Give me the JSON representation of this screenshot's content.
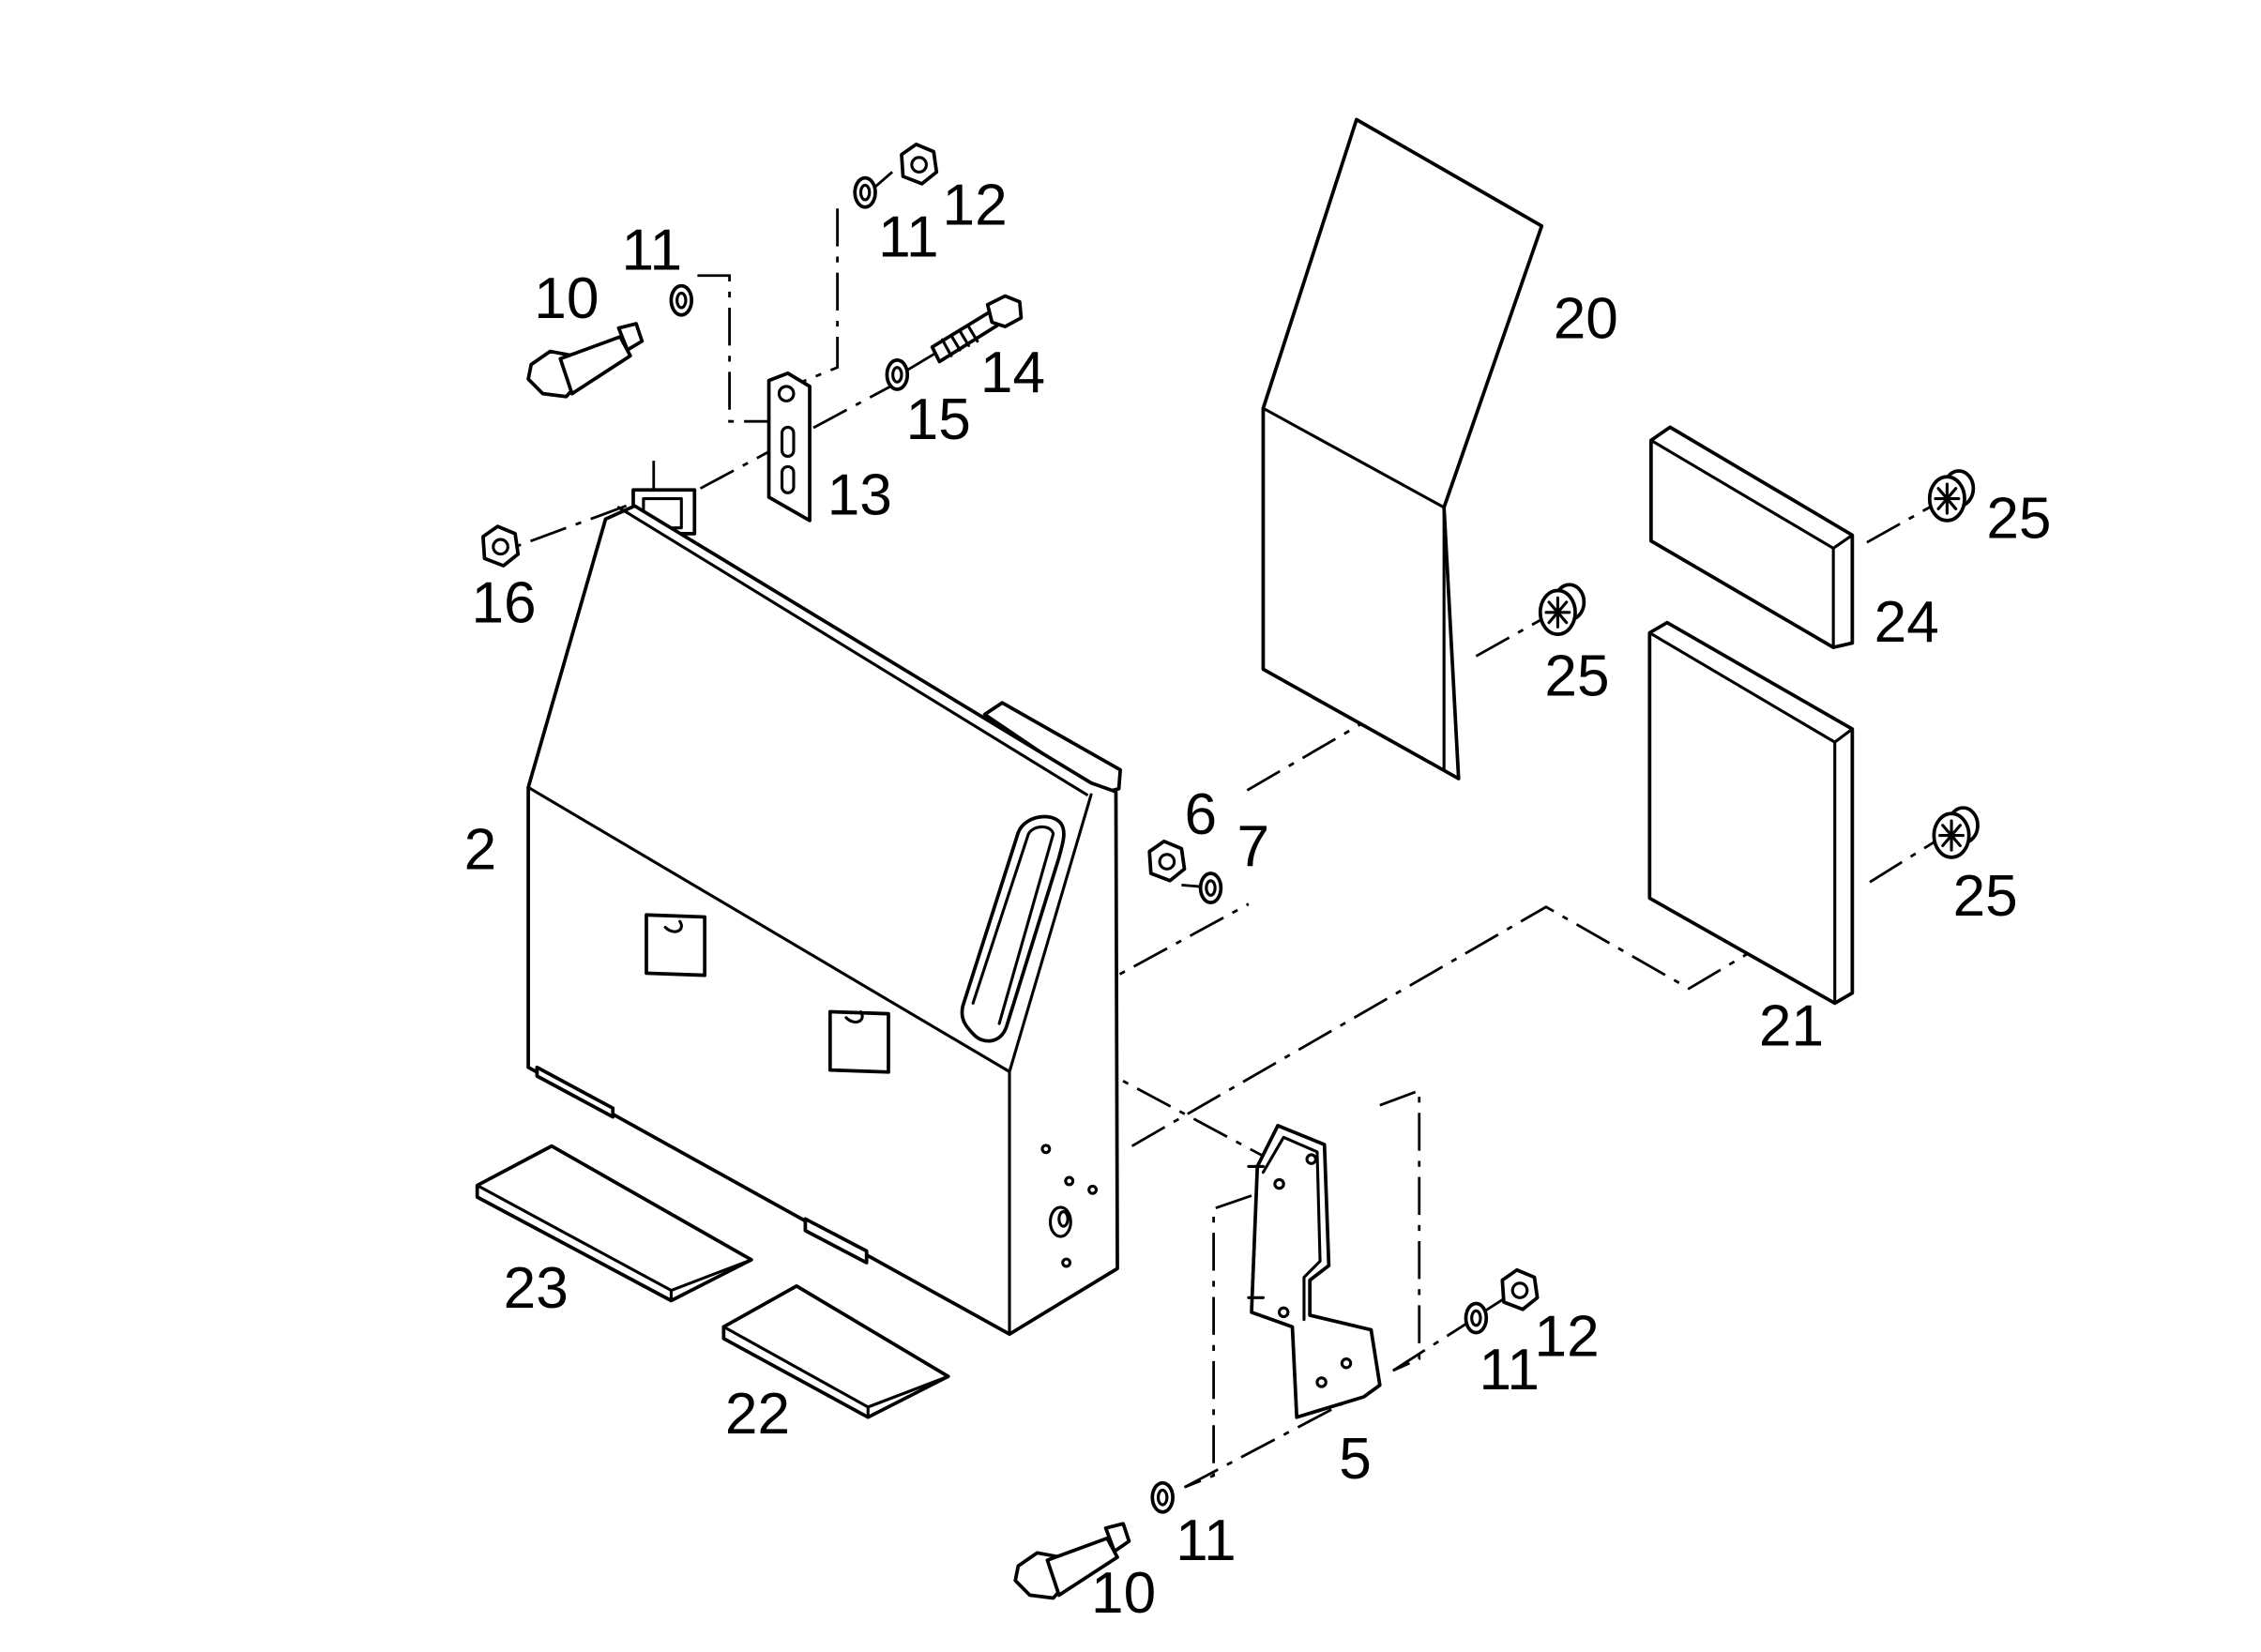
{
  "callouts": {
    "c2": "2",
    "c5": "5",
    "c6": "6",
    "c7": "7",
    "c10_top": "10",
    "c10_bottom": "10",
    "c11_top_left": "11",
    "c11_top_right": "11",
    "c11_bottom_right": "11",
    "c11_bottom_left": "11",
    "c12_top": "12",
    "c12_bottom": "12",
    "c13": "13",
    "c14": "14",
    "c15": "15",
    "c16": "16",
    "c20": "20",
    "c21": "21",
    "c22": "22",
    "c23": "23",
    "c24": "24",
    "c25_top": "25",
    "c25_mid": "25",
    "c25_right": "25"
  }
}
